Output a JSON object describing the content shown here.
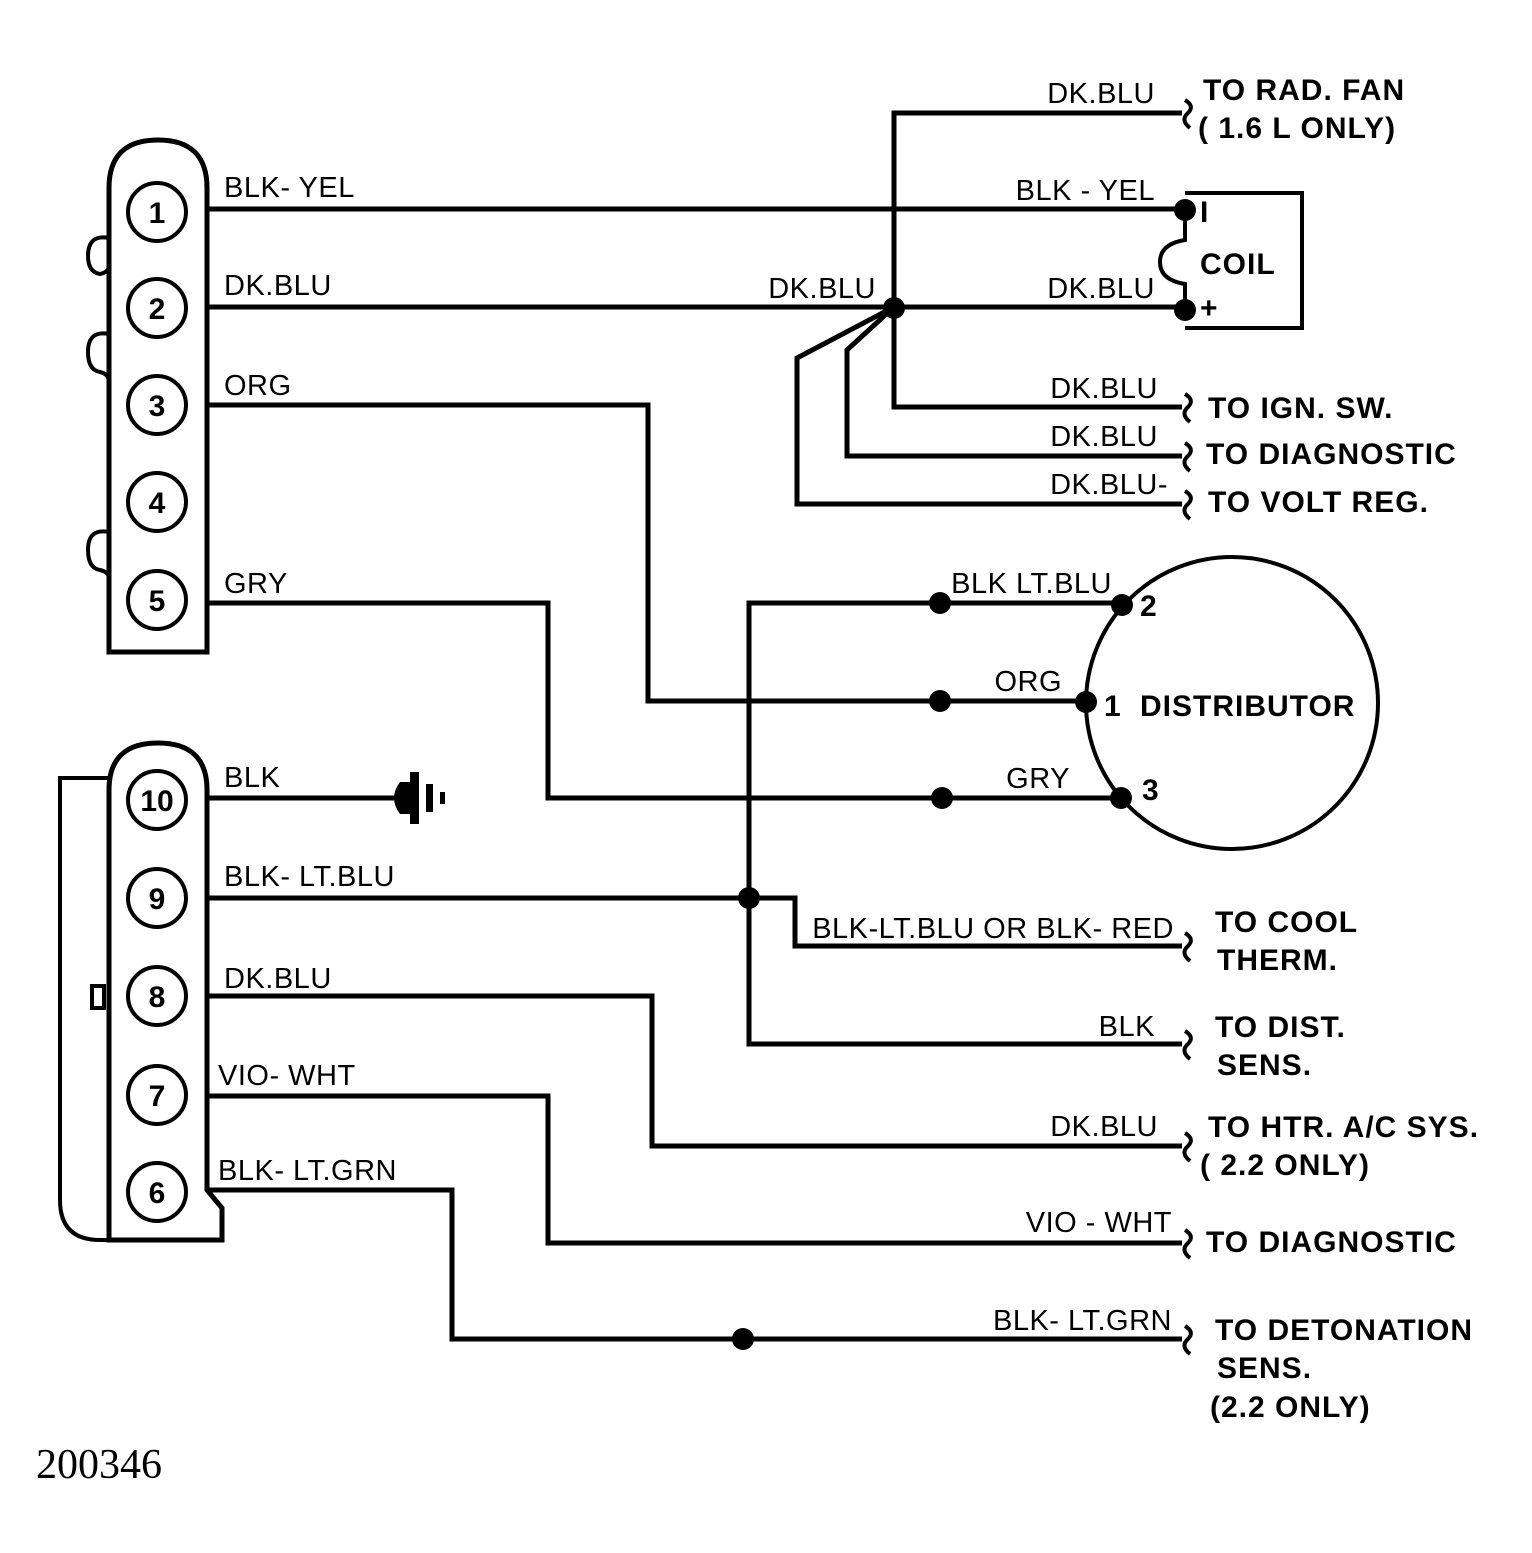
{
  "figure_number": "200346",
  "connector_top": {
    "pins": [
      "1",
      "2",
      "3",
      "4",
      "5"
    ],
    "wires": {
      "pin1": "BLK- YEL",
      "pin2": "DK.BLU",
      "pin3": "ORG",
      "pin5": "GRY"
    }
  },
  "connector_bottom": {
    "pins": [
      "10",
      "9",
      "8",
      "7",
      "6"
    ],
    "wires": {
      "pin10": "BLK",
      "pin9": "BLK- LT.BLU",
      "pin8": "DK.BLU",
      "pin7": "VIO- WHT",
      "pin6": "BLK- LT.GRN"
    }
  },
  "coil": {
    "label": "COIL",
    "neg_terminal": "I",
    "pos_terminal": "+",
    "wire_neg": "BLK - YEL",
    "wire_pos": "DK.BLU",
    "splice_label": "DK.BLU"
  },
  "distributor": {
    "label": "DISTRIBUTOR",
    "terminals": [
      "2",
      "1",
      "3"
    ],
    "wire_2": "BLK LT.BLU",
    "wire_1": "ORG",
    "wire_3": "GRY"
  },
  "branches": {
    "rad_fan": {
      "wire": "DK.BLU",
      "dest_line1": "TO RAD. FAN",
      "dest_line2": "( 1.6 L ONLY)"
    },
    "ign_sw": {
      "wire": "DK.BLU",
      "dest_line1": "TO IGN. SW."
    },
    "diag1": {
      "wire": "DK.BLU",
      "dest_line1": "TO DIAGNOSTIC"
    },
    "volt_reg": {
      "wire": "DK.BLU-",
      "dest_line1": "TO VOLT REG."
    },
    "cool_therm": {
      "wire": "BLK-LT.BLU OR BLK- RED",
      "dest_line1": "TO COOL",
      "dest_line2": "THERM."
    },
    "dist_sens": {
      "wire": "BLK",
      "dest_line1": "TO DIST.",
      "dest_line2": "SENS."
    },
    "htr_ac": {
      "wire": "DK.BLU",
      "dest_line1": "TO HTR. A/C SYS.",
      "dest_line2": "( 2.2 ONLY)"
    },
    "diag2": {
      "wire": "VIO - WHT",
      "dest_line1": "TO DIAGNOSTIC"
    },
    "detonation": {
      "wire": "BLK- LT.GRN",
      "dest_line1": "TO DETONATION",
      "dest_line2": "SENS.",
      "dest_line3": "(2.2 ONLY)"
    }
  }
}
